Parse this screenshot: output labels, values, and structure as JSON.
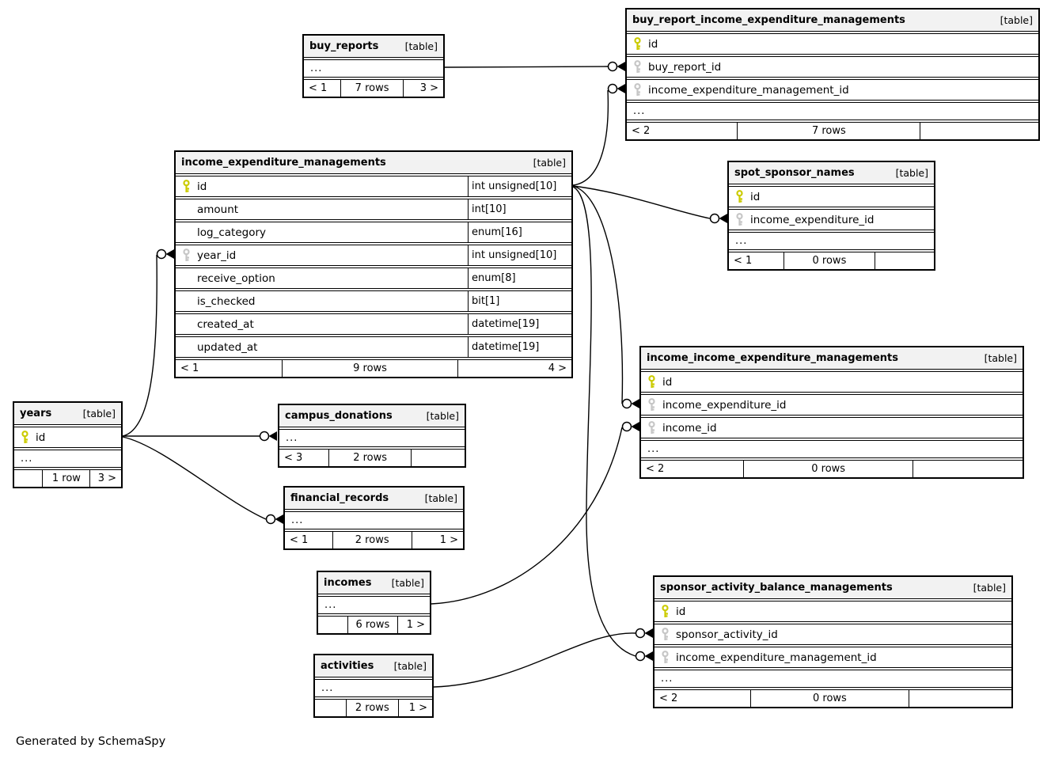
{
  "footer_note": "Generated by SchemaSpy",
  "colors": {
    "background": "#ffffff",
    "border": "#000000",
    "header_bg": "#f2f2f2",
    "primary_key": "#cbcb00",
    "foreign_key": "#c6c6c6"
  },
  "tables": [
    {
      "id": "buy_reports",
      "name": "buy_reports",
      "tag": "[table]",
      "columns": [],
      "ellipsis": "...",
      "footer": {
        "left": "< 1",
        "center": "7 rows",
        "right": "3 >"
      }
    },
    {
      "id": "buy_report_income_expenditure_managements",
      "name": "buy_report_income_expenditure_managements",
      "tag": "[table]",
      "columns": [
        {
          "name": "id",
          "key": "pk",
          "type": ""
        },
        {
          "name": "buy_report_id",
          "key": "fk",
          "type": ""
        },
        {
          "name": "income_expenditure_management_id",
          "key": "fk",
          "type": ""
        }
      ],
      "ellipsis": "...",
      "footer": {
        "left": "< 2",
        "center": "7 rows",
        "right": ""
      }
    },
    {
      "id": "income_expenditure_managements",
      "name": "income_expenditure_managements",
      "tag": "[table]",
      "columns": [
        {
          "name": "id",
          "key": "pk",
          "type": "int unsigned[10]"
        },
        {
          "name": "amount",
          "key": "",
          "type": "int[10]"
        },
        {
          "name": "log_category",
          "key": "",
          "type": "enum[16]"
        },
        {
          "name": "year_id",
          "key": "fk",
          "type": "int unsigned[10]"
        },
        {
          "name": "receive_option",
          "key": "",
          "type": "enum[8]"
        },
        {
          "name": "is_checked",
          "key": "",
          "type": "bit[1]"
        },
        {
          "name": "created_at",
          "key": "",
          "type": "datetime[19]"
        },
        {
          "name": "updated_at",
          "key": "",
          "type": "datetime[19]"
        }
      ],
      "ellipsis": "",
      "footer": {
        "left": "< 1",
        "center": "9 rows",
        "right": "4 >"
      }
    },
    {
      "id": "spot_sponsor_names",
      "name": "spot_sponsor_names",
      "tag": "[table]",
      "columns": [
        {
          "name": "id",
          "key": "pk",
          "type": ""
        },
        {
          "name": "income_expenditure_id",
          "key": "fk",
          "type": ""
        }
      ],
      "ellipsis": "...",
      "footer": {
        "left": "< 1",
        "center": "0 rows",
        "right": ""
      }
    },
    {
      "id": "income_income_expenditure_managements",
      "name": "income_income_expenditure_managements",
      "tag": "[table]",
      "columns": [
        {
          "name": "id",
          "key": "pk",
          "type": ""
        },
        {
          "name": "income_expenditure_id",
          "key": "fk",
          "type": ""
        },
        {
          "name": "income_id",
          "key": "fk",
          "type": ""
        }
      ],
      "ellipsis": "...",
      "footer": {
        "left": "< 2",
        "center": "0 rows",
        "right": ""
      }
    },
    {
      "id": "years",
      "name": "years",
      "tag": "[table]",
      "columns": [
        {
          "name": "id",
          "key": "pk",
          "type": ""
        }
      ],
      "ellipsis": "...",
      "footer": {
        "left": "",
        "center": "1 row",
        "right": "3 >"
      }
    },
    {
      "id": "campus_donations",
      "name": "campus_donations",
      "tag": "[table]",
      "columns": [],
      "ellipsis": "...",
      "footer": {
        "left": "< 3",
        "center": "2 rows",
        "right": ""
      }
    },
    {
      "id": "financial_records",
      "name": "financial_records",
      "tag": "[table]",
      "columns": [],
      "ellipsis": "...",
      "footer": {
        "left": "< 1",
        "center": "2 rows",
        "right": "1 >"
      }
    },
    {
      "id": "incomes",
      "name": "incomes",
      "tag": "[table]",
      "columns": [],
      "ellipsis": "...",
      "footer": {
        "left": "",
        "center": "6 rows",
        "right": "1 >"
      }
    },
    {
      "id": "activities",
      "name": "activities",
      "tag": "[table]",
      "columns": [],
      "ellipsis": "...",
      "footer": {
        "left": "",
        "center": "2 rows",
        "right": "1 >"
      }
    },
    {
      "id": "sponsor_activity_balance_managements",
      "name": "sponsor_activity_balance_managements",
      "tag": "[table]",
      "columns": [
        {
          "name": "id",
          "key": "pk",
          "type": ""
        },
        {
          "name": "sponsor_activity_id",
          "key": "fk",
          "type": ""
        },
        {
          "name": "income_expenditure_management_id",
          "key": "fk",
          "type": ""
        }
      ],
      "ellipsis": "...",
      "footer": {
        "left": "< 2",
        "center": "0 rows",
        "right": ""
      }
    }
  ],
  "relationships": [
    {
      "from": "buy_reports",
      "to": "buy_report_income_expenditure_managements.buy_report_id"
    },
    {
      "from": "income_expenditure_managements.id",
      "to": "buy_report_income_expenditure_managements.income_expenditure_management_id"
    },
    {
      "from": "income_expenditure_managements.id",
      "to": "spot_sponsor_names.income_expenditure_id"
    },
    {
      "from": "income_expenditure_managements.id",
      "to": "income_income_expenditure_managements.income_expenditure_id"
    },
    {
      "from": "income_expenditure_managements.id",
      "to": "sponsor_activity_balance_managements.income_expenditure_management_id"
    },
    {
      "from": "years.id",
      "to": "income_expenditure_managements.year_id"
    },
    {
      "from": "years.id",
      "to": "campus_donations"
    },
    {
      "from": "years.id",
      "to": "financial_records"
    },
    {
      "from": "incomes",
      "to": "income_income_expenditure_managements.income_id"
    },
    {
      "from": "activities",
      "to": "sponsor_activity_balance_managements.sponsor_activity_id"
    }
  ]
}
